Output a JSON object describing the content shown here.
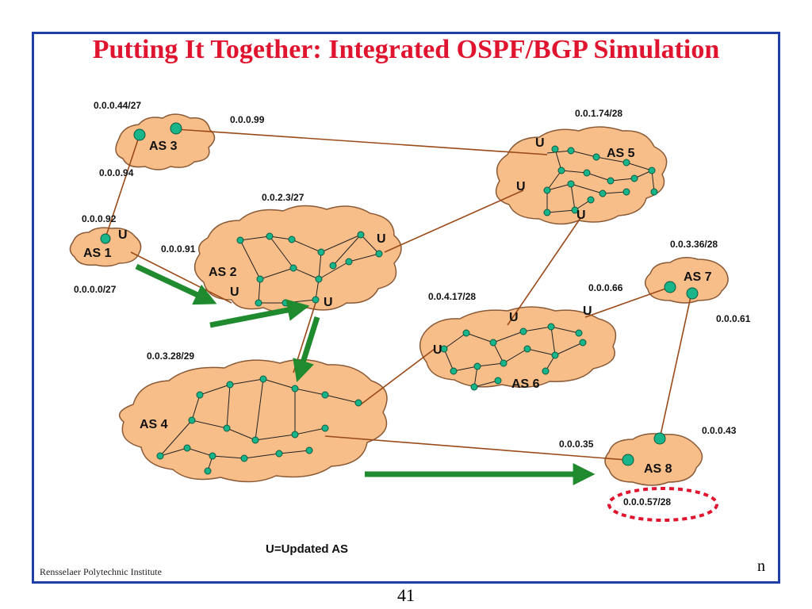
{
  "slide": {
    "title": "Putting It Together: Integrated OSPF/BGP Simulation",
    "page_number": "41",
    "footer_left": "Rensselaer Polytechnic Institute",
    "footer_right": "n",
    "legend": "U=Updated AS"
  },
  "colors": {
    "title": "#e0142e",
    "frame": "#1e3fa8",
    "cloud_fill": "#f7be8a",
    "cloud_stroke": "#8a5a36",
    "link": "#9a4a18",
    "node": "#19b58a",
    "arrow": "#1f8a2e",
    "highlight": "#e0142e"
  },
  "autonomous_systems": [
    {
      "id": "as1",
      "label": "AS 1",
      "prefix": "0.0.0.0/27",
      "updated": true
    },
    {
      "id": "as2",
      "label": "AS 2",
      "prefix": "0.0.2.3/27",
      "updated": true
    },
    {
      "id": "as3",
      "label": "AS 3",
      "prefix": "0.0.0.44/27",
      "updated": false
    },
    {
      "id": "as4",
      "label": "AS 4",
      "prefix": "0.0.3.28/29",
      "updated": false
    },
    {
      "id": "as5",
      "label": "AS 5",
      "prefix": "0.0.1.74/28",
      "updated": true
    },
    {
      "id": "as6",
      "label": "AS 6",
      "prefix": "0.0.4.17/28",
      "updated": true
    },
    {
      "id": "as7",
      "label": "AS 7",
      "prefix": "0.0.3.36/28",
      "updated": false
    },
    {
      "id": "as8",
      "label": "AS 8",
      "prefix": "0.0.0.57/28",
      "updated": false,
      "highlighted": true
    }
  ],
  "router_addresses": [
    "0.0.0.99",
    "0.0.0.94",
    "0.0.0.92",
    "0.0.0.91",
    "0.0.0.66",
    "0.0.0.61",
    "0.0.0.35",
    "0.0.0.43"
  ],
  "update_marker": "U"
}
